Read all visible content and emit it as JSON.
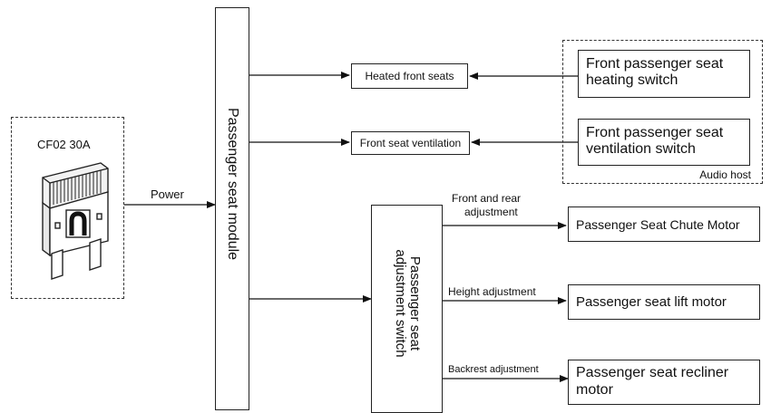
{
  "fuse": {
    "label": "CF02 30A"
  },
  "power_label": "Power",
  "module": {
    "label": "Passenger seat module"
  },
  "outputs": {
    "heated": "Heated front seats",
    "ventilation": "Front seat ventilation"
  },
  "audio_host": {
    "label": "Audio host",
    "heating_switch": "Front passenger seat heating switch",
    "ventilation_switch": "Front passenger seat ventilation switch"
  },
  "adjust_switch": {
    "label_line1": "Passenger seat",
    "label_line2": "adjustment switch"
  },
  "adjustments": {
    "front_rear_line1": "Front and rear",
    "front_rear_line2": "adjustment",
    "height": "Height adjustment",
    "backrest": "Backrest adjustment"
  },
  "motors": {
    "chute": "Passenger Seat Chute Motor",
    "lift": "Passenger seat lift motor",
    "recliner": "Passenger seat recliner motor"
  }
}
